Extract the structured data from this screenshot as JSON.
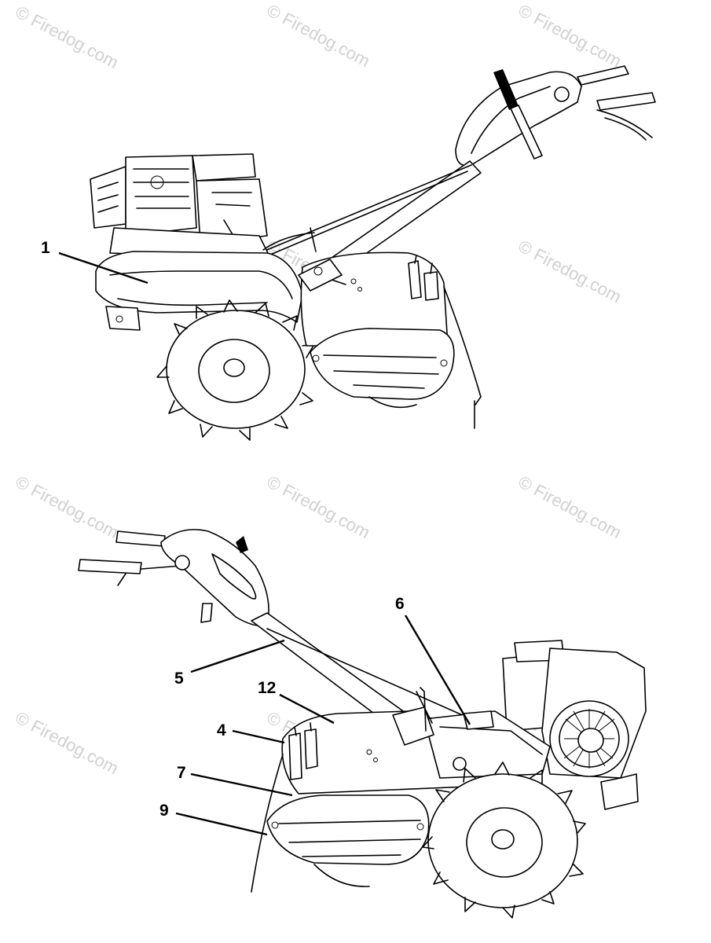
{
  "watermark": {
    "text": "© Firedog.com"
  },
  "callouts": [
    {
      "id": "1",
      "label": "1"
    },
    {
      "id": "5",
      "label": "5"
    },
    {
      "id": "12",
      "label": "12"
    },
    {
      "id": "4",
      "label": "4"
    },
    {
      "id": "7",
      "label": "7"
    },
    {
      "id": "9",
      "label": "9"
    },
    {
      "id": "6",
      "label": "6"
    }
  ]
}
